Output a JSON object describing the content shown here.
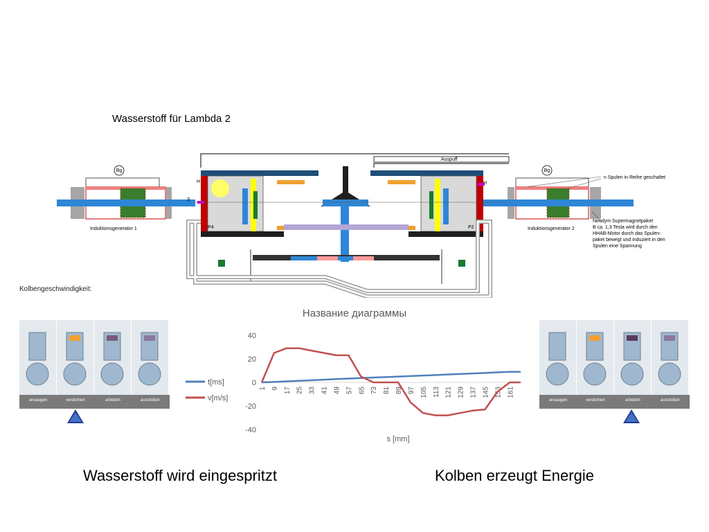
{
  "diagram": {
    "title": "Wasserstoff für Lambda 2",
    "auspuff_label": "Auspuff",
    "spulen_label": "n Spulen in Reihe geschaltet",
    "gen1_label": "Induktionsgenerator 1",
    "gen2_label": "Induktionsgenerator 2",
    "magnet_note": [
      "Neodym Supermagnetpaket",
      "B ca. 1,3 Tesla wird durch den",
      "HHAB-Motor durch das Spulen-",
      "paket bewegt und induziert in den",
      "Spulen eine Spannung"
    ],
    "h_left": "H",
    "h_right": "H",
    "p4_label": "P4",
    "p2_label": "P2",
    "s_label": "S",
    "meter_left": "Bg",
    "meter_right": "Bg",
    "kolben_label": "Kolbengeschwindigkeit:"
  },
  "strips": {
    "left_labels": [
      "ansaugen",
      "verdichten",
      "arbeiten",
      "ausstoßen"
    ],
    "right_labels": [
      "ansaugen",
      "verdichten",
      "arbeiten",
      "ausstoßen"
    ]
  },
  "chart_data": {
    "type": "line",
    "title": "Название диаграммы",
    "xlabel": "s [mm]",
    "ylabel": "",
    "ylim": [
      -40,
      40
    ],
    "yticks": [
      "40",
      "20",
      "0",
      "-20",
      "-40"
    ],
    "xticks": [
      "1",
      "9",
      "17",
      "25",
      "33",
      "41",
      "49",
      "57",
      "65",
      "73",
      "81",
      "89",
      "97",
      "105",
      "113",
      "121",
      "129",
      "137",
      "145",
      "153",
      "161"
    ],
    "x": [
      1,
      9,
      17,
      25,
      33,
      41,
      49,
      57,
      65,
      73,
      81,
      89,
      97,
      105,
      113,
      121,
      129,
      137,
      145,
      153,
      161,
      168
    ],
    "series": [
      {
        "name": "t[ms]",
        "color": "#4f81bd",
        "values": [
          0,
          0.4,
          0.9,
          1.3,
          1.8,
          2.3,
          2.8,
          3.2,
          3.7,
          4.1,
          4.5,
          4.9,
          5.4,
          5.8,
          6.2,
          6.7,
          7.1,
          7.6,
          8.0,
          8.5,
          9.0,
          9.0
        ]
      },
      {
        "name": "v[m/s]",
        "color": "#c0504d",
        "values": [
          0,
          25,
          29,
          29,
          27,
          25,
          23,
          23,
          5,
          0,
          0,
          0,
          -17,
          -26,
          -28,
          -28,
          -26,
          -24,
          -23,
          -8,
          0,
          0
        ]
      }
    ]
  },
  "captions": {
    "left": "Wasserstoff wird eingespritzt",
    "right": "Kolben erzeugt Energie"
  }
}
